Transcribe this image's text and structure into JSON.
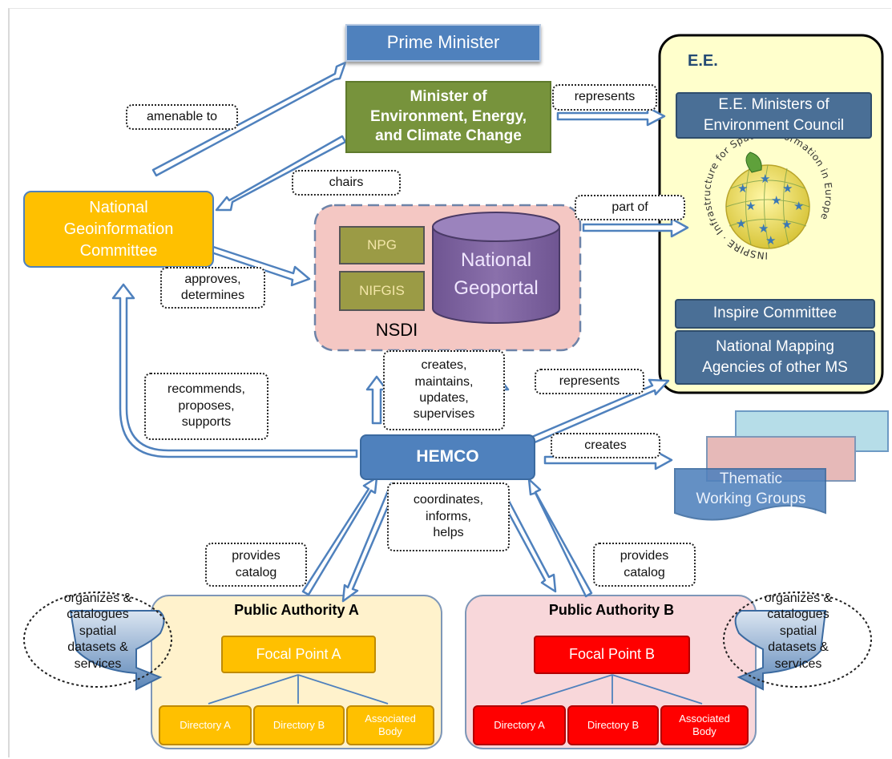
{
  "nodes": {
    "prime_minister": "Prime Minister",
    "minister": "Minister of\nEnvironment, Energy,\nand Climate Change",
    "ee_title": "E.E.",
    "ee_ministers": "E.E. Ministers of\nEnvironment Council",
    "inspire_committee": "Inspire Committee",
    "national_mapping": "National Mapping\nAgencies of other MS",
    "ngc": "National\nGeoinformation\nCommittee",
    "npg": "NPG",
    "nifgis": "NIFGIS",
    "geoportal": "National\nGeoportal",
    "nsdi": "NSDI",
    "hemco": "HEMCO",
    "thematic": "Thematic\nWorking Groups",
    "pa_a": "Public Authority A",
    "fp_a": "Focal Point A",
    "pa_b": "Public Authority B",
    "fp_b": "Focal Point B",
    "dir_a": "Directory A",
    "dir_b": "Directory B",
    "assoc": "Associated\nBody"
  },
  "relations": {
    "amenable_to": "amenable to",
    "represents_top": "represents",
    "chairs": "chairs",
    "part_of": "part of",
    "approves": "approves,\ndetermines",
    "creates_maintains": "creates,\nmaintains,\nupdates,\nsupervises",
    "represents_mid": "represents",
    "recommends": "recommends,\nproposes,\nsupports",
    "creates": "creates",
    "coordinates": "coordinates,\ninforms,\nhelps",
    "provides_a": "provides\ncatalog",
    "provides_b": "provides\ncatalog",
    "organizes_a": "organizes &\ncatalogues\nspatial\ndatasets &\nservices",
    "organizes_b": "organizes &\ncatalogues\nspatial\ndatasets &\nservices"
  },
  "inspire_logo": {
    "ring_text": "INSPIRE · Infrastructure for Spatial Information in Europe"
  },
  "colors": {
    "blue": "#4f81bd",
    "green": "#77933c",
    "orange": "#ffc000",
    "red": "#ff0000",
    "olive": "#9b9b45",
    "purple": "#8064a2",
    "slate": "#3c5f82",
    "pink": "#f4c7c3",
    "ee_bg": "#ffffcc",
    "pa_a_bg": "#fff2cc"
  }
}
